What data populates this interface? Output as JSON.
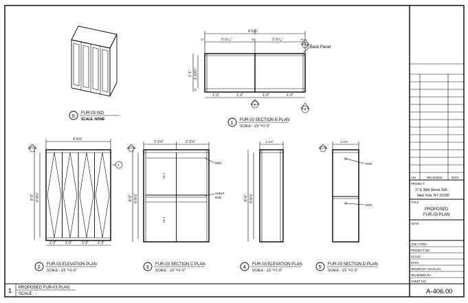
{
  "views": {
    "iso": {
      "number": "0",
      "title": "FUR-03 ISO",
      "scale": "SCALE :NONE"
    },
    "section_b": {
      "number": "1",
      "title": "FUR-03 SECTION B PLAN",
      "scale": "SCALE : 1/2 \"=1'-0\"",
      "dim_overall": "4'-5⅞\"",
      "dim_left_end": "¾\"",
      "dim_bay1": "2'-2⁷⁄₁₆\"",
      "dim_mid": "¾\"",
      "dim_bay2": "2'-2⁷⁄₁₆\"",
      "dim_right_end": "¾\"",
      "dim_back": "¼\"",
      "back_panel": "Back Panel",
      "dim_depth_total": "1'-1\"",
      "dim_depth_inner": "1'-10¼\"",
      "dim_front": "¾\"",
      "bottom_dims": [
        "1'-2\"",
        "1'-2\"",
        "1'-2\"",
        "1'-2\""
      ],
      "marker_c": "3",
      "marker_d": "5"
    },
    "elevation_2": {
      "number": "2",
      "title": "FUR-03 ELEVATION PLAN",
      "scale": "SCALE : 1/2 \"=1'-0\"",
      "dim_width": "4'-5⅞\"",
      "dim_height": "8'-0\"",
      "dim_inner": "6'-9⅞\"",
      "bottom_dims": [
        "1'-2\"",
        "1'-2\"",
        "1'-2\"",
        "1'-2\""
      ],
      "marker_4": "4",
      "marker_5": "5"
    },
    "section_c": {
      "number": "3",
      "title": "FUR-03 SECTION C PLAN",
      "scale": "SCALE : 1/2 \"=1'-0\"",
      "dim_top": "2'-2⅞\"",
      "dim_top2": "2'-2⅞\"",
      "dim_height": "8'-0\"",
      "dim_inner": "6'-9⅞\"",
      "label_rod": "ROD",
      "label_shelf": "SHELF",
      "label_rod2": "ROD",
      "label_s1": "S1.1",
      "label_s2": "S1.1"
    },
    "elevation_4": {
      "number": "4",
      "title": "FUR-03 ELEVATION PLAN",
      "scale": "SCALE : 1/2 \"=1'-0\"",
      "dim_top": "1'-1⅜\"",
      "dim_height": "8'-0\"",
      "dim_inner": "6'-9⅞\""
    },
    "section_d": {
      "number": "5",
      "title": "FUR-03 SECTION D PLAN",
      "scale": "SCALE : 1/2 \"=1'-0\"",
      "dim_top": "1'-1⅜\"",
      "label_rod": "ROD",
      "label_rod2": "ROD"
    },
    "main": {
      "number": "1",
      "title": "PROPOSED FUR-03 PLAN",
      "scale": "SCALE : -"
    }
  },
  "title_block": {
    "revision_headers": [
      "NO.",
      "REVISIONS",
      "DATE"
    ],
    "project_label": "PROJECT",
    "address_line1": "17 E 96th Street 16A,",
    "address_line2": "New York, NY 10128",
    "title_label": "TITLE",
    "title_line1": "PROPOSED",
    "title_line2": "FUR-03 PLAN",
    "note_label": "NOTE",
    "rows": [
      "JOB TYPES:",
      "PROJECT NO:",
      "SCALE:",
      "DATE:",
      "DRAWN BY: DAUN NA.",
      "REVIEWED BY:",
      "SHEET NO:"
    ],
    "sheet_number": "A-406.00"
  }
}
